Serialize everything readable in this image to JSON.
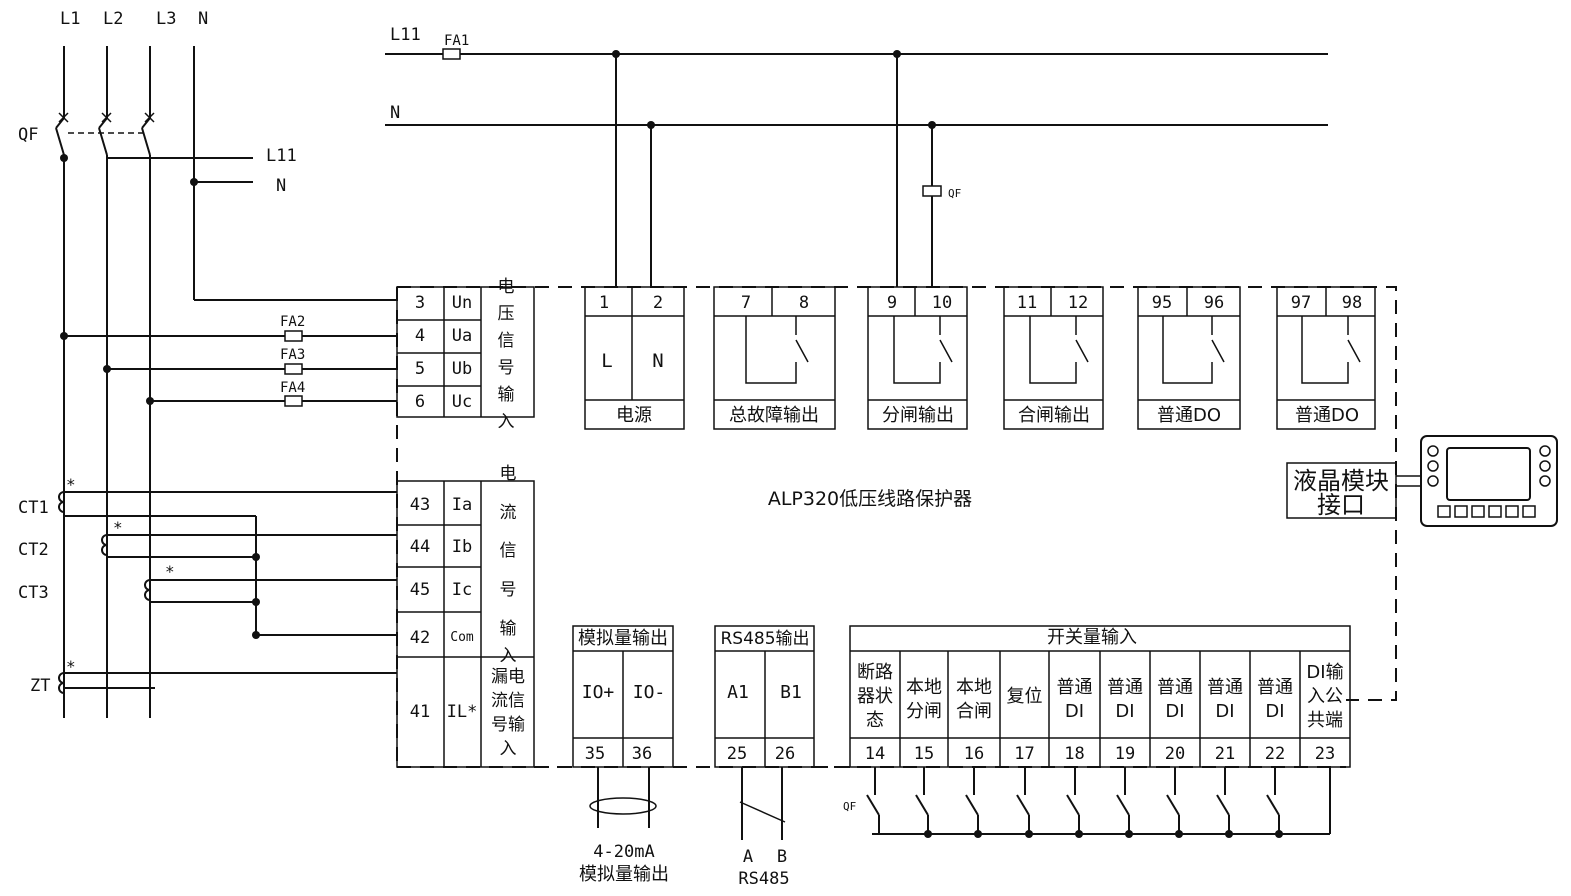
{
  "busbars": {
    "l1": "L1",
    "l2": "L2",
    "l3": "L3",
    "n": "N"
  },
  "top_bus": {
    "l11": "L11",
    "n": "N",
    "fa1": "FA1"
  },
  "qf": "QF",
  "taps": {
    "l11": "L11",
    "n": "N"
  },
  "fuses": {
    "fa2": "FA2",
    "fa3": "FA3",
    "fa4": "FA4"
  },
  "ct": {
    "ct1": "CT1",
    "ct2": "CT2",
    "ct3": "CT3",
    "zt": "ZT",
    "star": "*"
  },
  "voltage_terminals": [
    {
      "num": "3",
      "label": "Un"
    },
    {
      "num": "4",
      "label": "Ua"
    },
    {
      "num": "5",
      "label": "Ub"
    },
    {
      "num": "6",
      "label": "Uc"
    }
  ],
  "voltage_group_chars": [
    "电",
    "压",
    "信",
    "号",
    "输",
    "入"
  ],
  "current_terminals": [
    {
      "num": "43",
      "label": "Ia"
    },
    {
      "num": "44",
      "label": "Ib"
    },
    {
      "num": "45",
      "label": "Ic"
    },
    {
      "num": "42",
      "label": "Com"
    },
    {
      "num": "41",
      "label": "IL*"
    }
  ],
  "current_group_chars": [
    "电",
    "流",
    "信",
    "号",
    "输",
    "入"
  ],
  "leak_chars": [
    "漏电",
    "流信",
    "号输",
    "入"
  ],
  "top_groups": [
    {
      "t1": "1",
      "t2": "2",
      "caption": "电源",
      "inner1": "L",
      "inner2": "N"
    },
    {
      "t1": "7",
      "t2": "8",
      "caption": "总故障输出"
    },
    {
      "t1": "9",
      "t2": "10",
      "caption": "分闸输出"
    },
    {
      "t1": "11",
      "t2": "12",
      "caption": "合闸输出"
    },
    {
      "t1": "95",
      "t2": "96",
      "caption": "普通DO"
    },
    {
      "t1": "97",
      "t2": "98",
      "caption": "普通DO"
    }
  ],
  "qf_coil": "QF",
  "device_title": "ALP320低压线路保护器",
  "lcd": {
    "line1": "液晶模块",
    "line2": "接口"
  },
  "analog": {
    "header": "模拟量输出",
    "labels": [
      "IO+",
      "IO-"
    ],
    "nums": [
      "35",
      "36"
    ],
    "below1": "4-20mA",
    "below2": "模拟量输出"
  },
  "rs485": {
    "header": "RS485输出",
    "labels": [
      "A1",
      "B1"
    ],
    "nums": [
      "25",
      "26"
    ],
    "a": "A",
    "b": "B",
    "below": "RS485"
  },
  "di": {
    "header": "开关量输入",
    "cols": [
      {
        "label": [
          "断路",
          "器状",
          "态"
        ],
        "num": "14"
      },
      {
        "label": [
          "本地",
          "分闸"
        ],
        "num": "15"
      },
      {
        "label": [
          "本地",
          "合闸"
        ],
        "num": "16"
      },
      {
        "label": [
          "复位"
        ],
        "num": "17"
      },
      {
        "label": [
          "普通",
          "DI"
        ],
        "num": "18"
      },
      {
        "label": [
          "普通",
          "DI"
        ],
        "num": "19"
      },
      {
        "label": [
          "普通",
          "DI"
        ],
        "num": "20"
      },
      {
        "label": [
          "普通",
          "DI"
        ],
        "num": "21"
      },
      {
        "label": [
          "普通",
          "DI"
        ],
        "num": "22"
      },
      {
        "label": [
          "DI输",
          "入公",
          "共端"
        ],
        "num": "23"
      }
    ],
    "qf": "QF"
  }
}
